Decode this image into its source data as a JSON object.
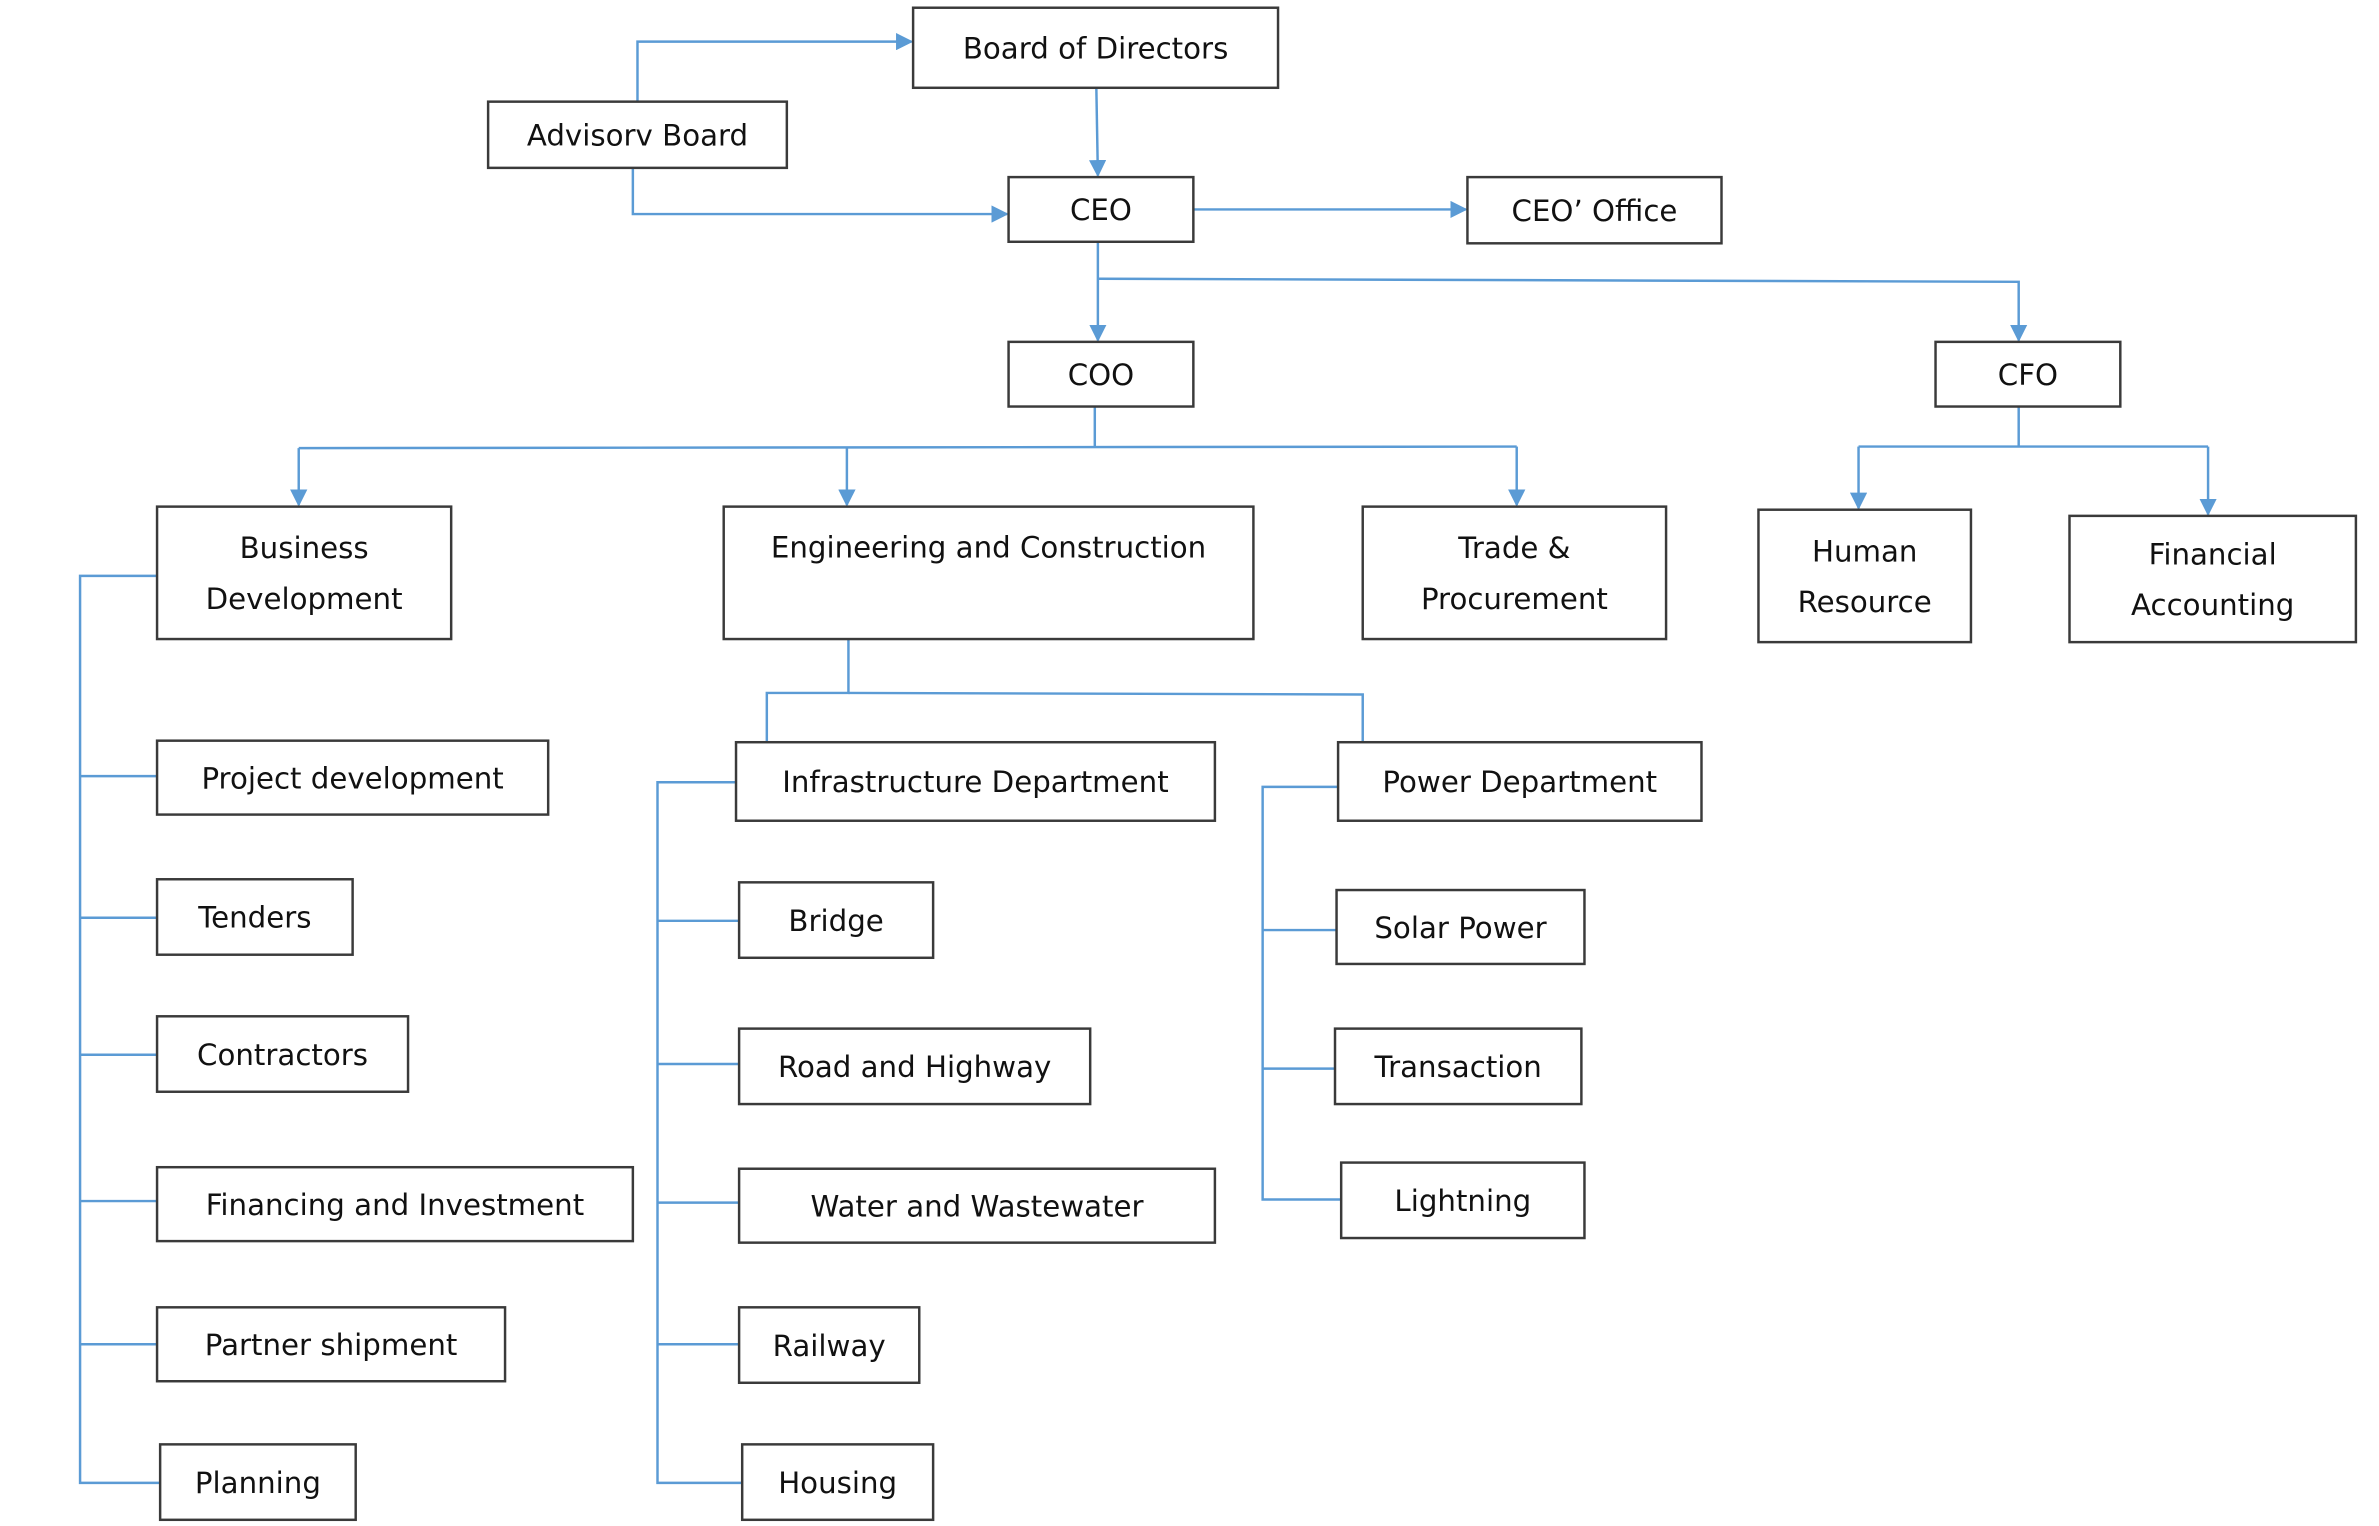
{
  "diagram": {
    "type": "organization chart",
    "connector_color": "#5b9bd5",
    "box_border_color": "#3a3a3a",
    "nodes": {
      "board": {
        "lines": [
          "Board of Directors"
        ]
      },
      "advisory": {
        "lines": [
          "Advisorv Board"
        ]
      },
      "ceo": {
        "lines": [
          "CEO"
        ]
      },
      "ceo_office": {
        "lines": [
          "CEO’ Office"
        ]
      },
      "coo": {
        "lines": [
          "COO"
        ]
      },
      "cfo": {
        "lines": [
          "CFO"
        ]
      },
      "bizdev": {
        "lines": [
          "Business",
          "Development"
        ]
      },
      "eng": {
        "lines": [
          "Engineering and Construction"
        ]
      },
      "trade": {
        "lines": [
          "Trade &",
          "Procurement"
        ]
      },
      "hr": {
        "lines": [
          "Human",
          "Resource"
        ]
      },
      "finacc": {
        "lines": [
          "Financial",
          "Accounting"
        ]
      },
      "projdev": {
        "lines": [
          "Project development"
        ]
      },
      "tenders": {
        "lines": [
          "Tenders"
        ]
      },
      "contractors": {
        "lines": [
          "Contractors"
        ]
      },
      "financing": {
        "lines": [
          "Financing and Investment"
        ]
      },
      "partner": {
        "lines": [
          "Partner shipment"
        ]
      },
      "planning": {
        "lines": [
          "Planning"
        ]
      },
      "infra": {
        "lines": [
          "Infrastructure Department"
        ]
      },
      "bridge": {
        "lines": [
          "Bridge"
        ]
      },
      "road": {
        "lines": [
          "Road and Highway"
        ]
      },
      "water": {
        "lines": [
          "Water and Wastewater"
        ]
      },
      "railway": {
        "lines": [
          "Railway"
        ]
      },
      "housing": {
        "lines": [
          "Housing"
        ]
      },
      "power": {
        "lines": [
          "Power Department"
        ]
      },
      "solar": {
        "lines": [
          "Solar Power"
        ]
      },
      "transaction": {
        "lines": [
          "Transaction"
        ]
      },
      "lightning": {
        "lines": [
          "Lightning"
        ]
      }
    },
    "edges": [
      [
        "advisory",
        "board"
      ],
      [
        "advisory",
        "ceo"
      ],
      [
        "board",
        "ceo"
      ],
      [
        "ceo",
        "ceo_office"
      ],
      [
        "ceo",
        "coo"
      ],
      [
        "ceo",
        "cfo"
      ],
      [
        "coo",
        "bizdev"
      ],
      [
        "coo",
        "eng"
      ],
      [
        "coo",
        "trade"
      ],
      [
        "cfo",
        "hr"
      ],
      [
        "cfo",
        "finacc"
      ],
      [
        "bizdev",
        "projdev"
      ],
      [
        "bizdev",
        "tenders"
      ],
      [
        "bizdev",
        "contractors"
      ],
      [
        "bizdev",
        "financing"
      ],
      [
        "bizdev",
        "partner"
      ],
      [
        "bizdev",
        "planning"
      ],
      [
        "eng",
        "infra"
      ],
      [
        "eng",
        "power"
      ],
      [
        "infra",
        "bridge"
      ],
      [
        "infra",
        "road"
      ],
      [
        "infra",
        "water"
      ],
      [
        "infra",
        "railway"
      ],
      [
        "infra",
        "housing"
      ],
      [
        "power",
        "solar"
      ],
      [
        "power",
        "transaction"
      ],
      [
        "power",
        "lightning"
      ]
    ]
  }
}
